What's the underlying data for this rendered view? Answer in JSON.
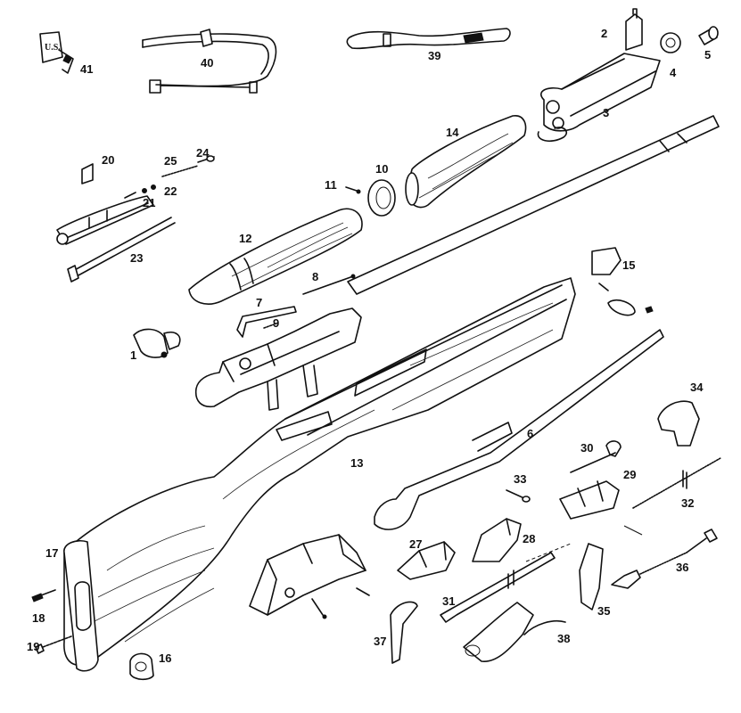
{
  "diagram": {
    "stamp_text": "U.S.",
    "labels": {
      "p1": "1",
      "p2": "2",
      "p3": "3",
      "p4": "4",
      "p5": "5",
      "p6": "6",
      "p7": "7",
      "p8": "8",
      "p9": "9",
      "p10": "10",
      "p11": "11",
      "p12": "12",
      "p13": "13",
      "p14": "14",
      "p15": "15",
      "p16": "16",
      "p17": "17",
      "p18": "18",
      "p19": "19",
      "p20": "20",
      "p21": "21",
      "p22": "22",
      "p23": "23",
      "p24": "24",
      "p25": "25",
      "p27": "27",
      "p28": "28",
      "p29": "29",
      "p30": "30",
      "p31": "31",
      "p32": "32",
      "p33": "33",
      "p34": "34",
      "p35": "35",
      "p36": "36",
      "p37": "37",
      "p38": "38",
      "p39": "39",
      "p40": "40",
      "p41": "41"
    }
  }
}
